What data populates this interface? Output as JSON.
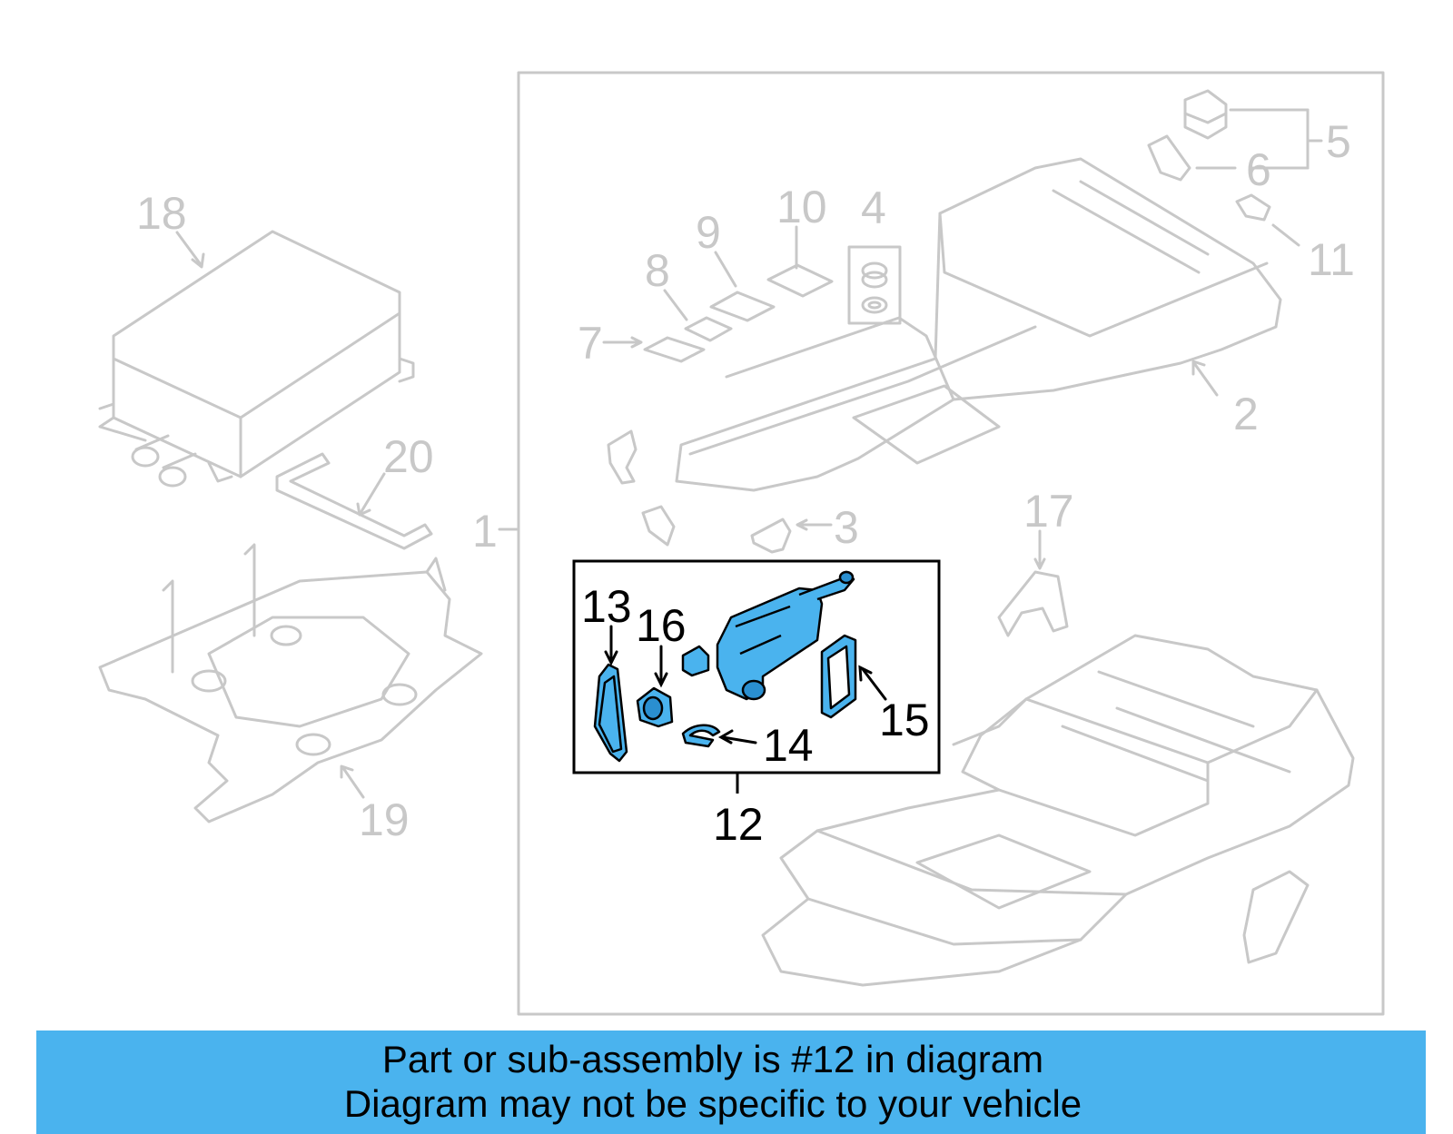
{
  "colors": {
    "ghost": "#c8c8c8",
    "active_line": "#000000",
    "highlight_fill": "#4ab3ee",
    "caption_bg": "#4ab3ee"
  },
  "callouts": {
    "n1": "1",
    "n2": "2",
    "n3": "3",
    "n4": "4",
    "n5": "5",
    "n6": "6",
    "n7": "7",
    "n8": "8",
    "n9": "9",
    "n10": "10",
    "n11": "11",
    "n12": "12",
    "n13": "13",
    "n14": "14",
    "n15": "15",
    "n16": "16",
    "n17": "17",
    "n18": "18",
    "n19": "19",
    "n20": "20"
  },
  "highlighted_part": "12",
  "caption": {
    "line1": "Part or sub-assembly is #12 in diagram",
    "line2": "Diagram may not be specific to your vehicle"
  }
}
